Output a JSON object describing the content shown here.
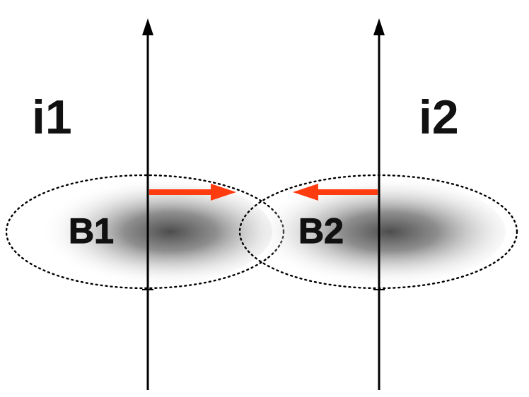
{
  "wires": [
    {
      "current_label": "i1",
      "field_label": "B1"
    },
    {
      "current_label": "i2",
      "field_label": "B2"
    }
  ],
  "colors": {
    "background": "#ffffff",
    "wire": "#000000",
    "force_arrow": "#ff3b10",
    "field_dots": "#000000",
    "field_shade": "#4d4d4d"
  },
  "icons": {
    "wire_arrow": "arrow-up-icon",
    "force_1": "arrow-right-icon",
    "force_2": "arrow-left-icon"
  }
}
